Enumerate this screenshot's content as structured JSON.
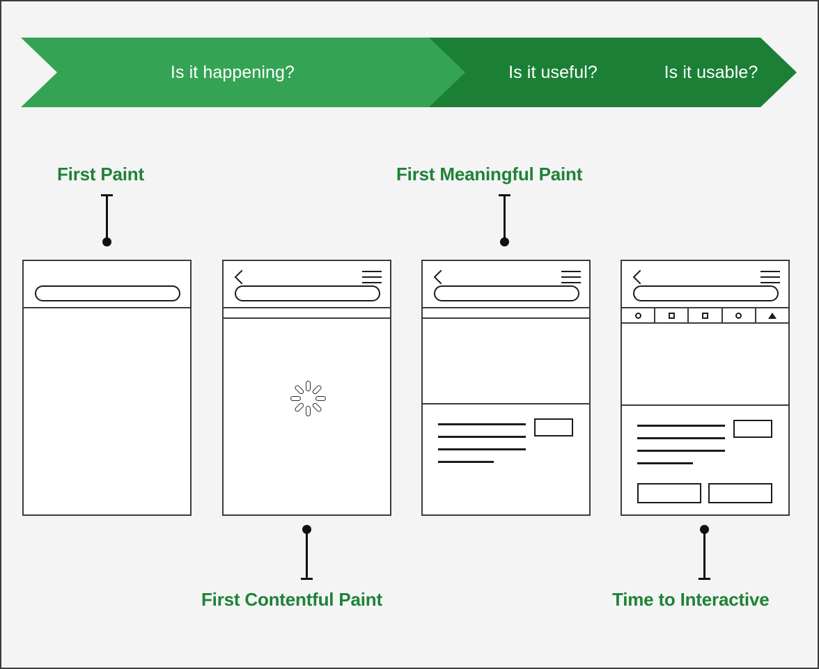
{
  "page": {
    "background_color": "#f4f4f4",
    "border_color": "#3b3b3b",
    "title": "Page Load Performance Metrics"
  },
  "colors": {
    "chevron_light_green": "#34a354",
    "chevron_dark_green": "#1b8035",
    "label_green": "#1e8237",
    "line_black": "#1b1b1b",
    "wireframe_border": "#3b3b3b"
  },
  "banner": {
    "phases": [
      {
        "label": "Is it happening?",
        "color": "#34a354"
      },
      {
        "label": "Is it useful?",
        "color": "#1b8035"
      },
      {
        "label": "Is it usable?",
        "color": "#1b8035"
      }
    ]
  },
  "metrics": [
    {
      "label": "First Paint",
      "position": "top",
      "panel": 1
    },
    {
      "label": "First Contentful Paint",
      "position": "bottom",
      "panel": 2
    },
    {
      "label": "First Meaningful Paint",
      "position": "top",
      "panel": 3
    },
    {
      "label": "Time to Interactive",
      "position": "bottom",
      "panel": 4
    }
  ],
  "panels": [
    {
      "id": "first-paint",
      "has_back_icon": false,
      "has_menu_icon": false,
      "has_url_pill": true,
      "has_strip": false,
      "has_toolbar": false,
      "has_spinner": false,
      "has_content_block": false,
      "has_action_buttons": false
    },
    {
      "id": "first-contentful-paint",
      "has_back_icon": true,
      "has_menu_icon": true,
      "has_url_pill": true,
      "has_strip": true,
      "has_toolbar": false,
      "has_spinner": true,
      "has_content_block": false,
      "has_action_buttons": false
    },
    {
      "id": "first-meaningful-paint",
      "has_back_icon": true,
      "has_menu_icon": true,
      "has_url_pill": true,
      "has_strip": true,
      "has_toolbar": false,
      "has_spinner": false,
      "has_content_block": true,
      "has_action_buttons": false,
      "text_lines": 4,
      "thumbnail_box": true
    },
    {
      "id": "time-to-interactive",
      "has_back_icon": true,
      "has_menu_icon": true,
      "has_url_pill": true,
      "has_strip": false,
      "has_toolbar": true,
      "has_spinner": false,
      "has_content_block": true,
      "has_action_buttons": true,
      "text_lines": 4,
      "thumbnail_box": true,
      "toolbar_icons": [
        "circle-icon",
        "square-icon",
        "square-icon",
        "circle-icon",
        "triangle-icon"
      ]
    }
  ],
  "icons": {
    "back": "chevron-left-icon",
    "menu": "hamburger-menu-icon",
    "spinner": "loading-spinner-icon"
  }
}
